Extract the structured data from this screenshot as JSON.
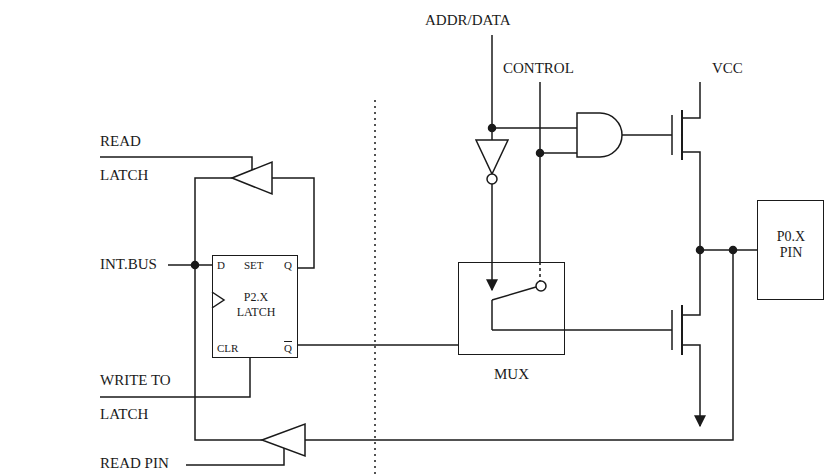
{
  "diagram": {
    "nodes": [
      {
        "text": [
          "D",
          "SET",
          "Q",
          "P2.X LATCH",
          "CLR",
          "Q"
        ]
      },
      {
        "text": [
          "MUX"
        ]
      },
      {
        "text": [
          "P0.X PIN"
        ]
      }
    ],
    "edges": [
      {
        "from": 0,
        "to": 1,
        "arrow": "none"
      }
    ],
    "labels": [
      "ADDR/DATA",
      "CONTROL",
      "VCC",
      "READ LATCH",
      "INT.BUS",
      "WRITE TO LATCH",
      "READ PIN"
    ]
  }
}
